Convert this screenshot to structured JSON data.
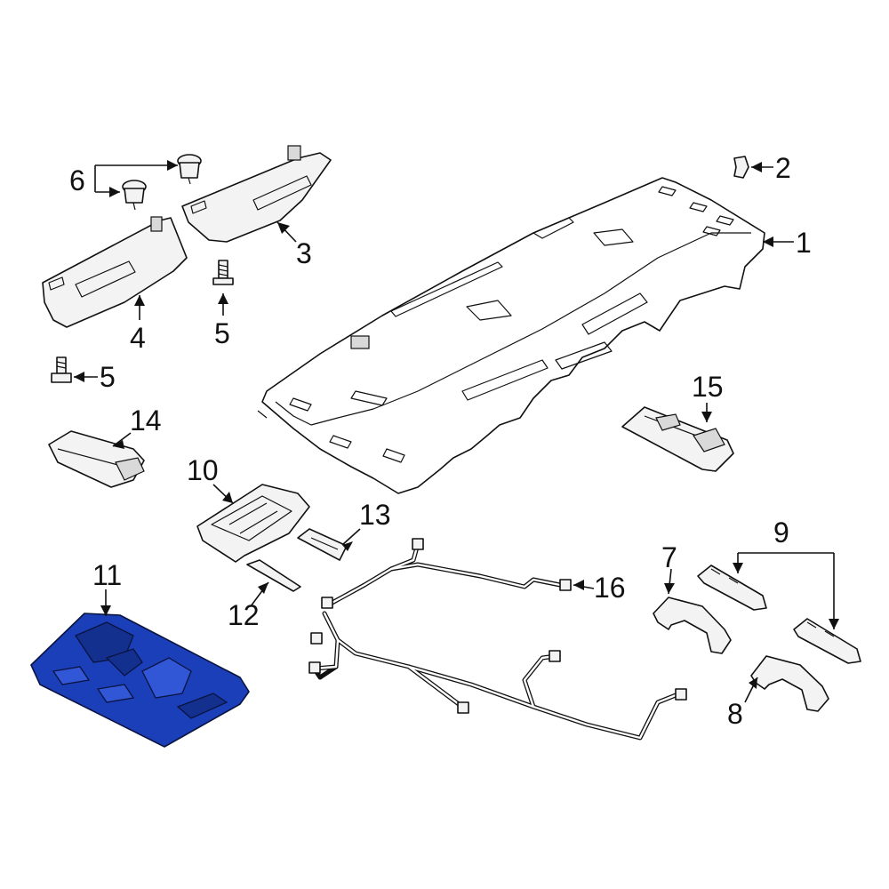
{
  "diagram": {
    "highlight_color": "#1b3fb8",
    "highlighted_part": "11",
    "callouts": {
      "c1": "1",
      "c2": "2",
      "c3": "3",
      "c4": "4",
      "c5a": "5",
      "c5b": "5",
      "c6": "6",
      "c7": "7",
      "c8": "8",
      "c9": "9",
      "c10": "10",
      "c11": "11",
      "c12": "12",
      "c13": "13",
      "c14": "14",
      "c15": "15",
      "c16": "16"
    }
  }
}
